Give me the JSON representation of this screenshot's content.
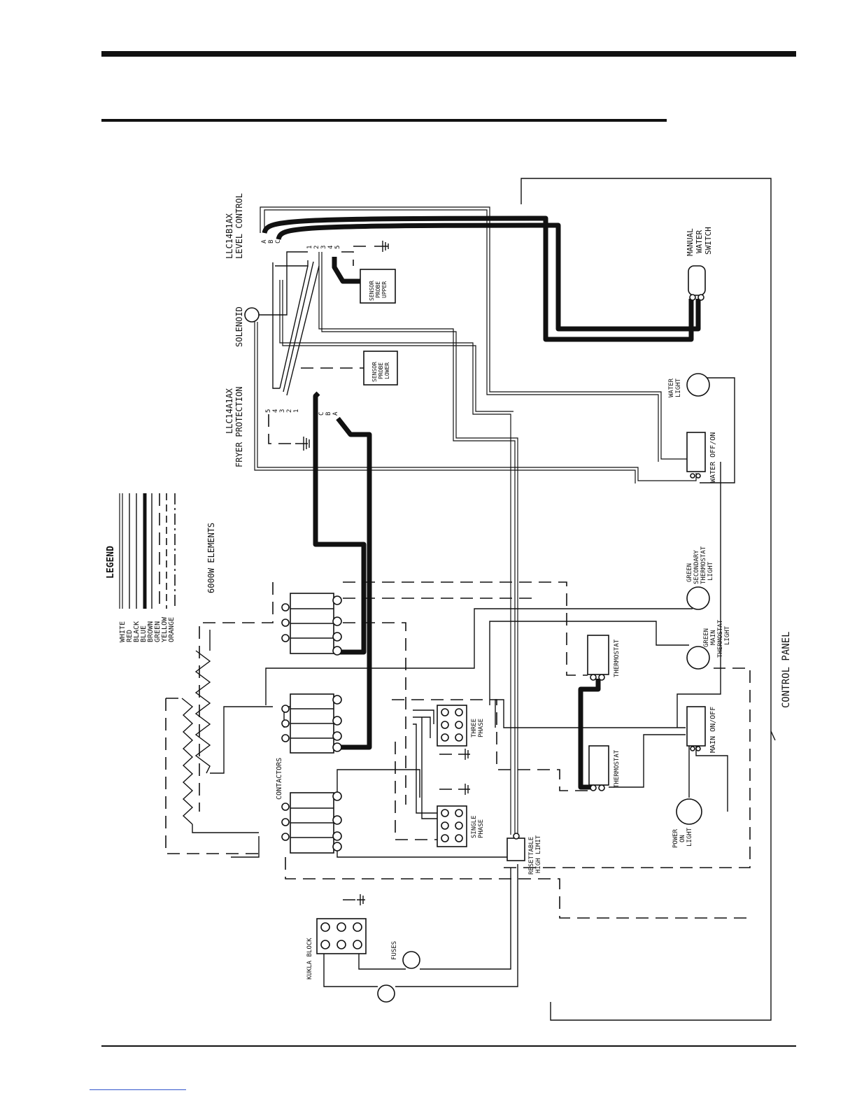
{
  "diagram": {
    "legend": {
      "title": "LEGEND",
      "items": [
        "WHITE",
        "RED",
        "BLACK",
        "BLUE",
        "BROWN",
        "GREEN",
        "YELLOW",
        "ORANGE"
      ]
    },
    "labels": {
      "level_control": [
        "LLC14B1AX",
        "LEVEL CONTROL"
      ],
      "fryer_protection": [
        "LLC14A1AX",
        "FRYER PROTECTION"
      ],
      "solenoid": "SOLENOID",
      "manual_water_switch": [
        "MANUAL",
        "WATER",
        "SWITCH"
      ],
      "sensor_upper": [
        "SENSOR",
        "PROBE",
        "UPPER"
      ],
      "sensor_lower": [
        "SENSOR",
        "PROBE",
        "LOWER"
      ],
      "water_light": [
        "WATER",
        "LIGHT"
      ],
      "water_off_on": "WATER OFF/ON",
      "elements": "6000W ELEMENTS",
      "green_secondary": [
        "GREEN",
        "SECONDARY",
        "THERMOSTAT",
        "LIGHT"
      ],
      "green_main": [
        "GREEN",
        "MAIN",
        "THERMOSTAT",
        "LIGHT"
      ],
      "thermostat": "THERMOSTAT",
      "main_on_off": "MAIN ON/OFF",
      "control_panel": "CONTROL PANEL",
      "contactors": "CONTACTORS",
      "three_phase": [
        "THREE",
        "PHASE"
      ],
      "single_phase": [
        "SINGLE",
        "PHASE"
      ],
      "resettable": [
        "RESETTABLE",
        "HIGH LIMIT"
      ],
      "power_on_light": [
        "POWER",
        "ON",
        "LIGHT"
      ],
      "kukla_block": "KUKLA BLOCK",
      "fuses": "FUSES",
      "level_terminals": [
        "A",
        "B",
        "C",
        "1",
        "2",
        "3",
        "4",
        "5"
      ],
      "fryer_terminals": [
        "5",
        "4",
        "3",
        "2",
        "1",
        "C",
        "B",
        "A"
      ]
    }
  }
}
